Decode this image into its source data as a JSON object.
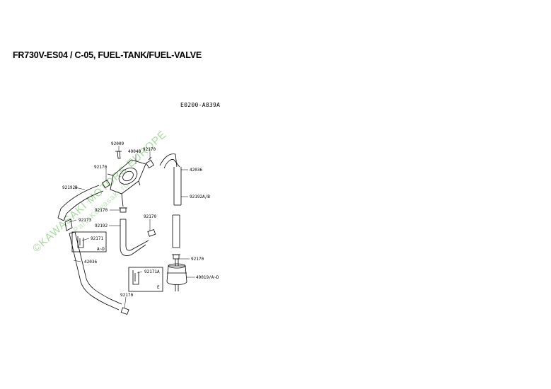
{
  "header": {
    "title": "FR730V-ES04  /  C-05, FUEL-TANK/FUEL-VALVE",
    "drawing_code": "E0200-A839A"
  },
  "watermark": {
    "line1": "©KAWASAKI MOTORS EUROPE",
    "line2": "PartsKawasaki.ru"
  },
  "part_labels": {
    "p92009": "92009",
    "p49040": "49040",
    "p92170_top": "92170",
    "p42036_right": "42036",
    "p92170_left": "92170",
    "p92192B": "92192B",
    "p92192AB": "92192A/B",
    "p92170_mid": "92170",
    "p92170_center": "92170",
    "p92173": "92173",
    "p92192": "92192",
    "p92171": "92171",
    "p92171_note": "A~D",
    "p42036_left": "42036",
    "p92170_right": "92170",
    "p92171A": "92171A",
    "p92171A_note": "E",
    "p49019": "49019/A~D",
    "p92170_bottom": "92170"
  },
  "colors": {
    "line": "#000000",
    "watermark": "#a8dba0"
  }
}
